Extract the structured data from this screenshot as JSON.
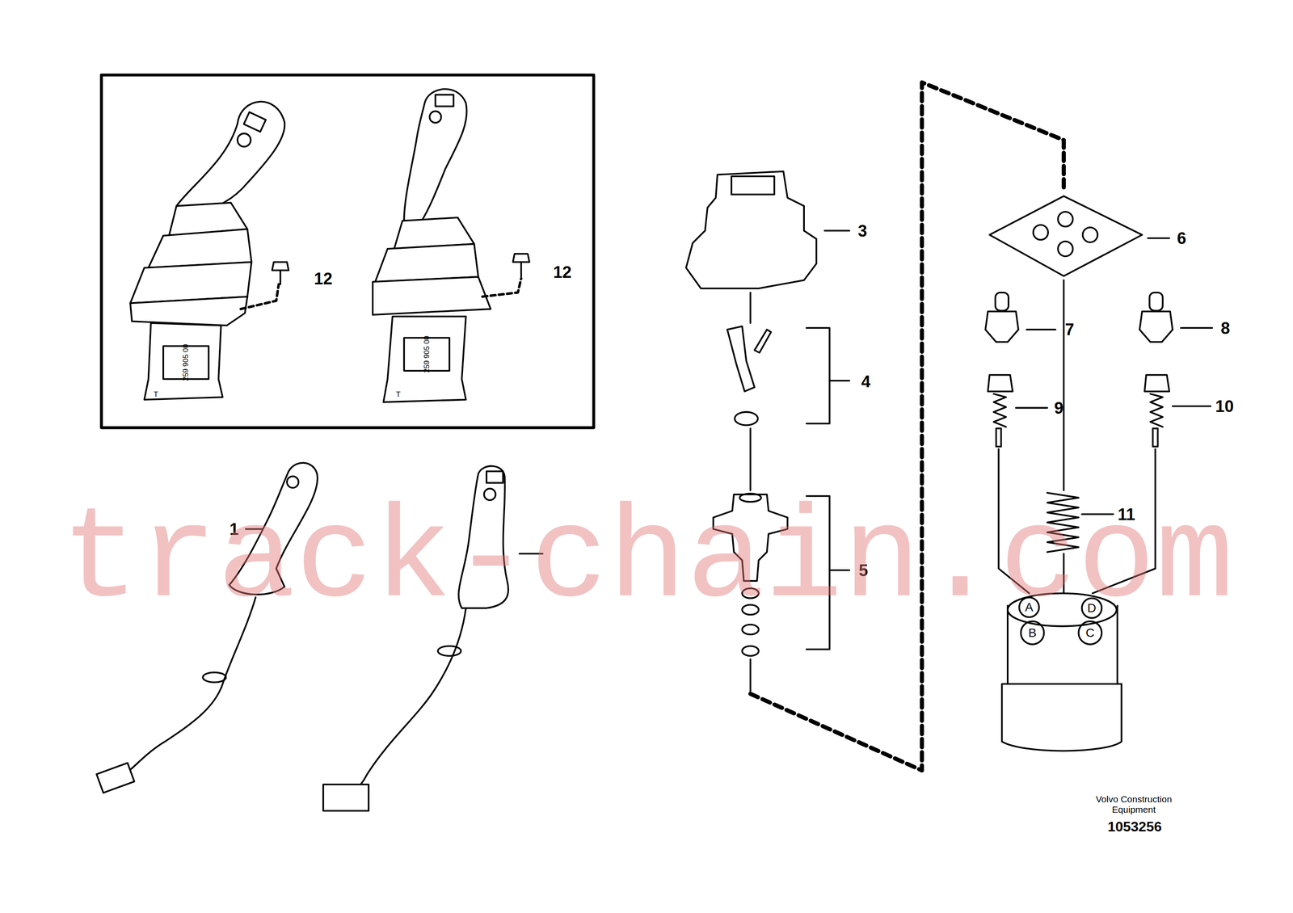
{
  "diagram": {
    "labels": [
      "12",
      "12",
      "259 905 00",
      "259 905 00",
      "T",
      "T",
      "1",
      "3",
      "4",
      "5",
      "6",
      "7",
      "8",
      "9",
      "10",
      "11",
      "A",
      "D",
      "B",
      "C",
      "Volvo Construction Equipment",
      "1053256",
      "track-chain.com"
    ]
  }
}
